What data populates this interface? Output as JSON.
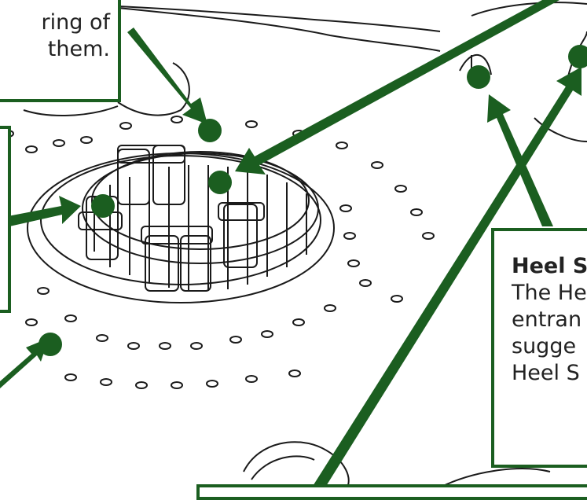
{
  "callouts": {
    "top_left": {
      "line1": "ring of",
      "line2": "them."
    },
    "heel_stone": {
      "title": "Heel S",
      "lines": [
        "The He",
        "entran",
        "sugge",
        "Heel S"
      ]
    }
  },
  "colors": {
    "arrow": "#1b5e20",
    "ink": "#1a1a1a"
  },
  "icons": [
    "green-dot-icon",
    "green-arrow-icon",
    "stone-outline-icon"
  ]
}
